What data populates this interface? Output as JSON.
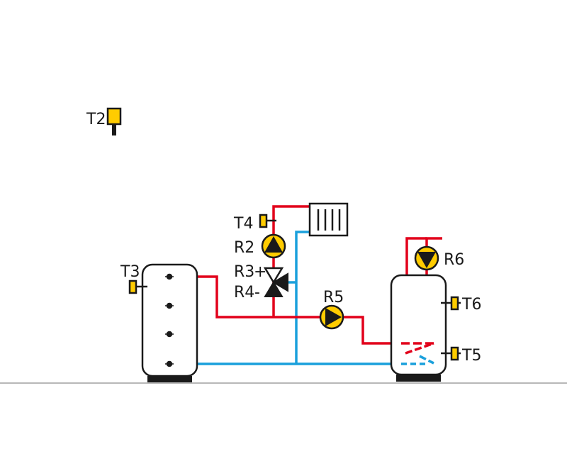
{
  "colors": {
    "hot_line": "#e2001a",
    "cold_line": "#1aa0dc",
    "sensor_fill": "#ffcc00",
    "pump_fill": "#ffcc00",
    "outline": "#1a1a1a",
    "floor": "#a0a0a0"
  },
  "sensors": {
    "t2": "T2",
    "t3": "T3",
    "t4": "T4",
    "t5": "T5",
    "t6": "T6"
  },
  "relays": {
    "r2": "R2",
    "r3": "R3",
    "r3_sign": "+",
    "r4": "R4",
    "r4_sign": "-",
    "r5": "R5",
    "r6": "R6"
  },
  "icons": {
    "outdoor_sensor": "sensor-icon",
    "radiator": "radiator-icon",
    "pump": "pump-icon",
    "mixing_valve": "three-way-valve-icon",
    "buffer_tank": "buffer-tank-icon",
    "dhw_tank": "hot-water-tank-icon"
  }
}
